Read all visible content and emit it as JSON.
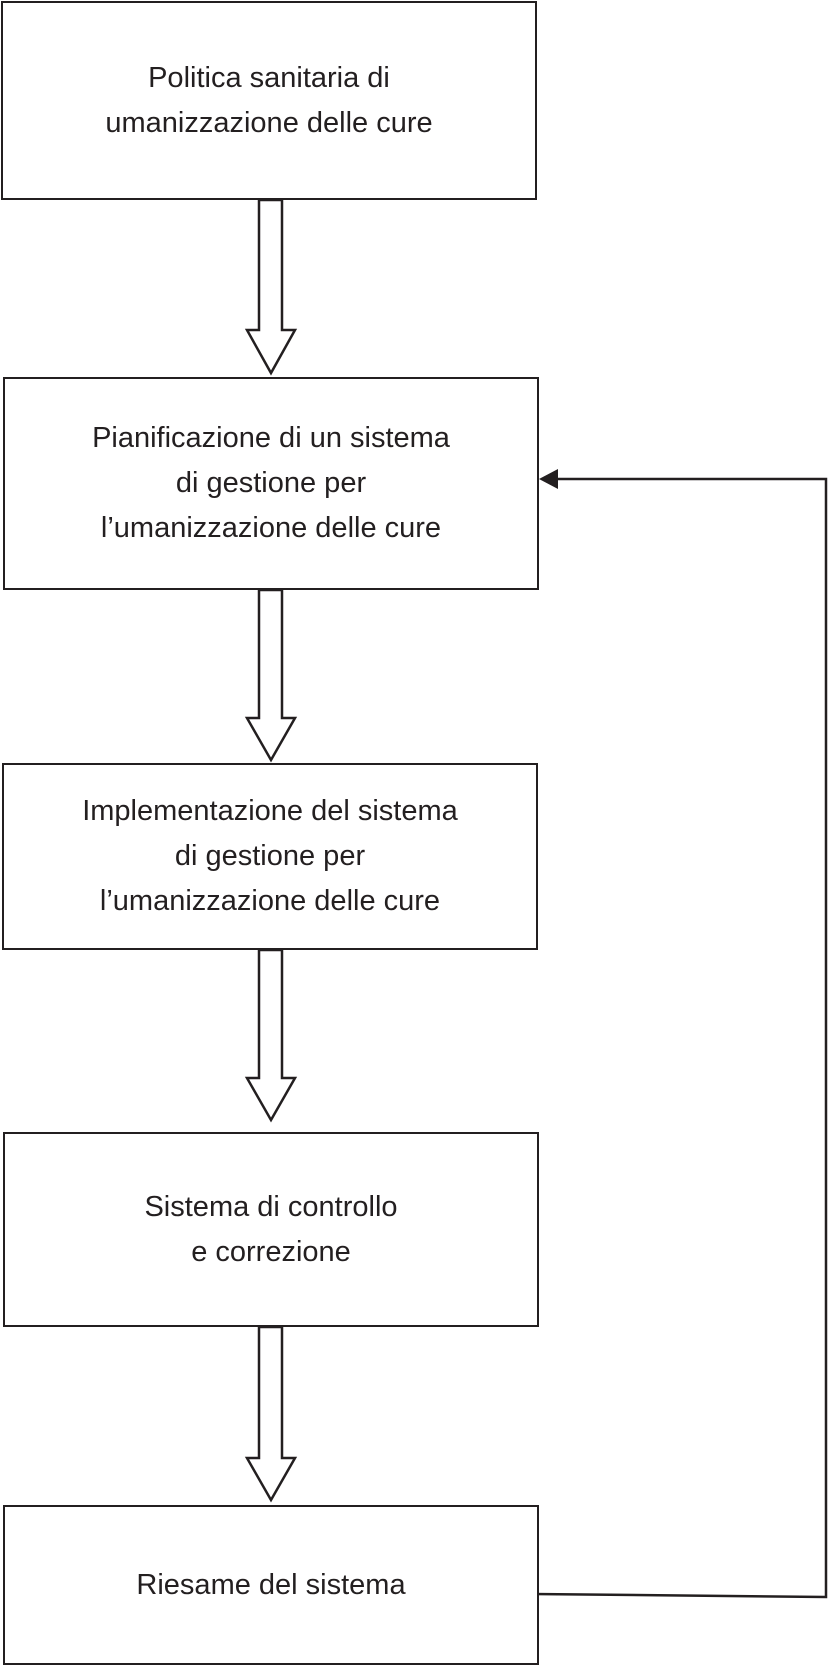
{
  "diagram": {
    "boxes": [
      {
        "id": "politica",
        "text": "Politica sanitaria di\numanizzazione delle cure"
      },
      {
        "id": "pianificazione",
        "text": "Pianificazione di un sistema\ndi gestione per\nl’umanizzazione delle cure"
      },
      {
        "id": "implementazione",
        "text": "Implementazione del sistema\ndi gestione per\nl’umanizzazione delle cure"
      },
      {
        "id": "controllo",
        "text": "Sistema di controllo\ne correzione"
      },
      {
        "id": "riesame",
        "text": "Riesame del sistema"
      }
    ],
    "arrows": [
      {
        "from": "politica",
        "to": "pianificazione",
        "style": "hollow"
      },
      {
        "from": "pianificazione",
        "to": "implementazione",
        "style": "hollow"
      },
      {
        "from": "implementazione",
        "to": "controllo",
        "style": "hollow"
      },
      {
        "from": "controllo",
        "to": "riesame",
        "style": "hollow"
      },
      {
        "from": "riesame",
        "to": "pianificazione",
        "style": "feedback-line"
      }
    ],
    "colors": {
      "stroke": "#231f20",
      "background": "#ffffff"
    }
  }
}
